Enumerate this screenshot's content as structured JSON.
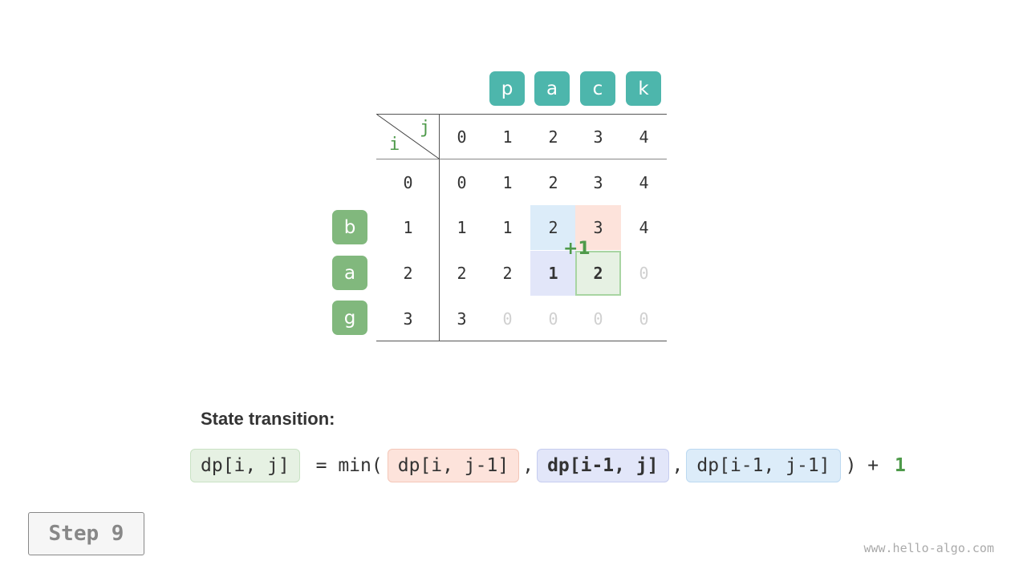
{
  "columns": {
    "letters": [
      "p",
      "a",
      "c",
      "k"
    ],
    "indices": [
      "0",
      "1",
      "2",
      "3",
      "4"
    ]
  },
  "rows": {
    "letters": [
      "b",
      "a",
      "g"
    ],
    "indices": [
      "0",
      "1",
      "2",
      "3"
    ]
  },
  "corner": {
    "row_axis": "i",
    "col_axis": "j"
  },
  "grid": [
    [
      "0",
      "1",
      "2",
      "3",
      "4"
    ],
    [
      "1",
      "1",
      "2",
      "3",
      "4"
    ],
    [
      "2",
      "2",
      "1",
      "2",
      "0"
    ],
    [
      "3",
      "0",
      "0",
      "0",
      "0"
    ]
  ],
  "increment_label": "+1",
  "transition_title": "State transition:",
  "formula": {
    "target": "dp[i, j]",
    "equals_min": " = min(",
    "term_left": "dp[i, j-1]",
    "comma": ",",
    "term_up": "dp[i-1, j]",
    "term_diag": "dp[i-1, j-1]",
    "close_plus": ") + ",
    "one": "1"
  },
  "step_label": "Step 9",
  "watermark": "www.hello-algo.com",
  "colors": {
    "teal": "#4db6ac",
    "green": "#81b87d",
    "highlight_blue": "#dcecf9",
    "highlight_red": "#fde3db",
    "highlight_purple": "#e2e6f9",
    "highlight_green": "#e6f1e3"
  }
}
